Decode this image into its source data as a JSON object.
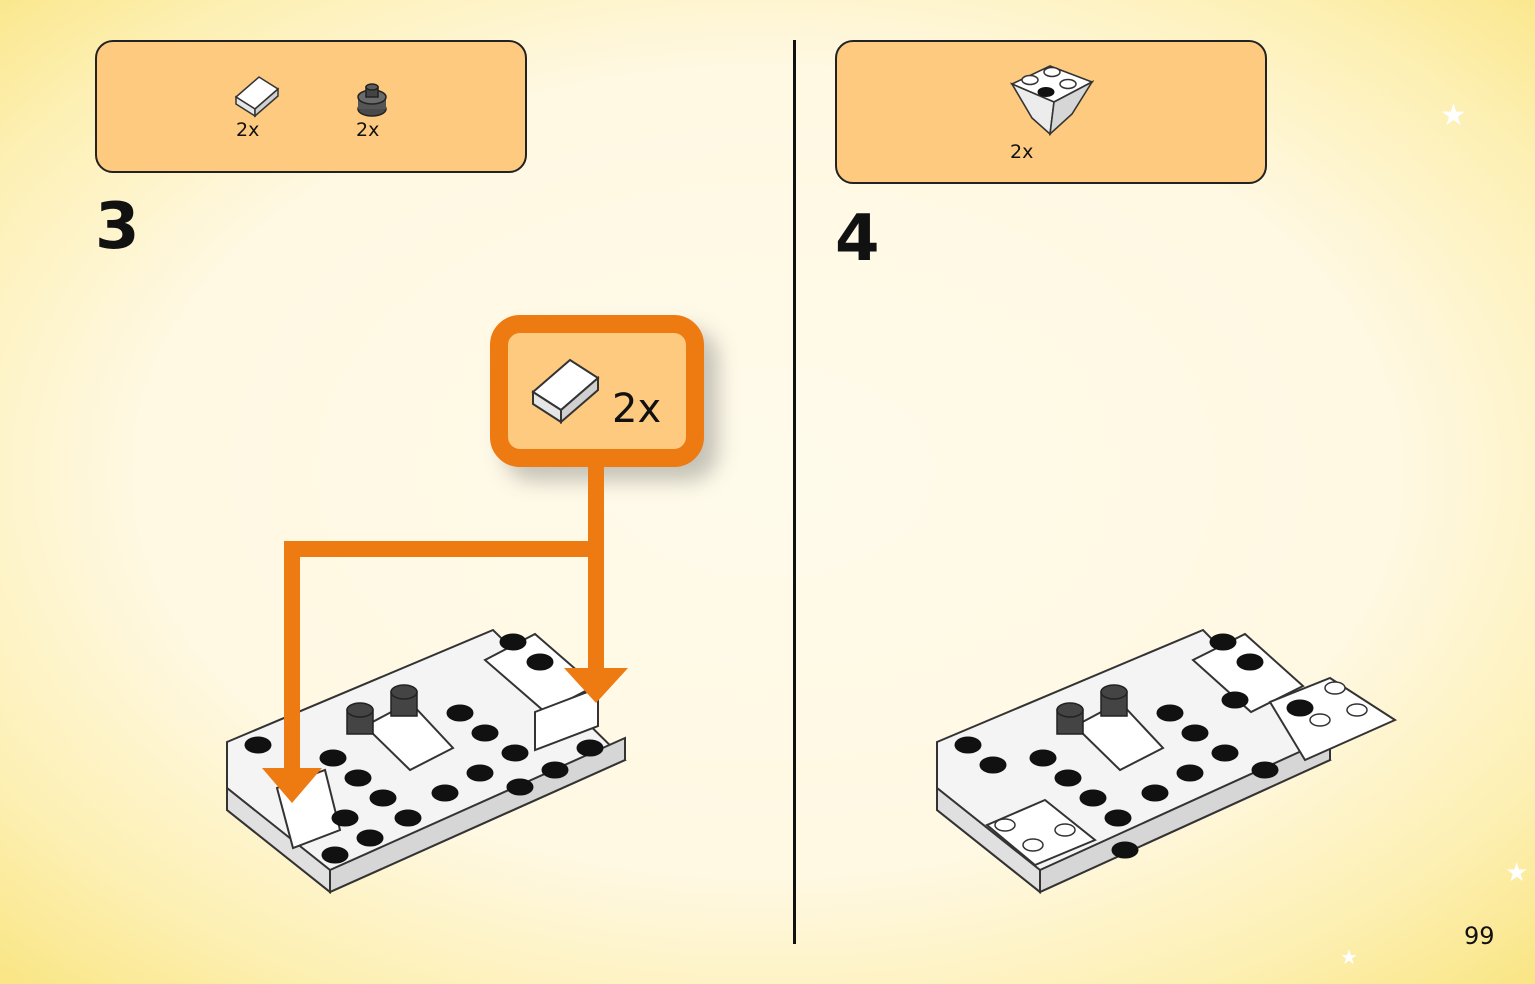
{
  "step3": {
    "number": "3",
    "parts": [
      {
        "icon": "white-slope-brick-icon",
        "qty": "2x"
      },
      {
        "icon": "dark-gray-round-plate-icon",
        "qty": "2x"
      }
    ],
    "callout": {
      "icon": "white-slope-brick-icon",
      "qty": "2x"
    }
  },
  "step4": {
    "number": "4",
    "parts": [
      {
        "icon": "white-inverted-slope-icon",
        "qty": "2x"
      }
    ]
  },
  "page_number": "99",
  "colors": {
    "parts_box": "#fdca80",
    "callout_border": "#ee7a12",
    "arrow": "#ee7a12",
    "text": "#111111"
  }
}
